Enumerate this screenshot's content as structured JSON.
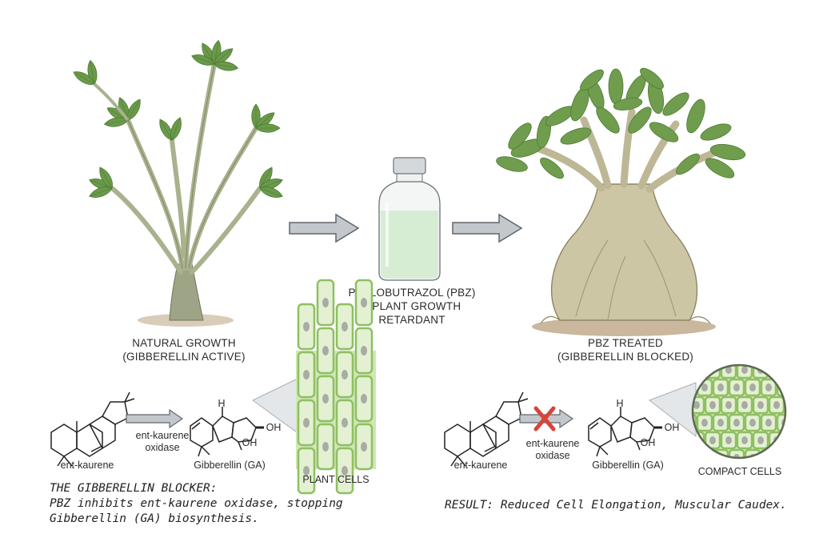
{
  "left": {
    "title_line1": "NATURAL GROWTH",
    "title_line2": "(GIBBERELLIN ACTIVE)",
    "pathway": {
      "substrate": "ent-kaurene",
      "enzyme_line1": "ent-kaurene",
      "enzyme_line2": "oxidase",
      "product": "Gibberellin (GA)",
      "oh_top": "OH",
      "oh_bottom": "OH",
      "h_label": "H"
    },
    "cells_label": "PLANT CELLS",
    "note_line1": "THE GIBBERELLIN BLOCKER:",
    "note_line2": "PBZ inhibits ent-kaurene oxidase, stopping",
    "note_line3": "Gibberellin (GA) biosynthesis."
  },
  "center": {
    "label_line1": "PACLOBUTRAZOL (PBZ)",
    "label_line2": "– PLANT GROWTH",
    "label_line3": "RETARDANT"
  },
  "right": {
    "title_line1": "PBZ TREATED",
    "title_line2": "(GIBBERELLIN BLOCKED)",
    "pathway": {
      "substrate": "ent-kaurene",
      "enzyme_line1": "ent-kaurene",
      "enzyme_line2": "oxidase",
      "product": "Gibberellin (GA)",
      "oh_top": "OH",
      "oh_bottom": "OH",
      "h_label": "H"
    },
    "cells_label": "COMPACT CELLS",
    "result": "RESULT: Reduced Cell Elongation, Muscular Caudex."
  },
  "colors": {
    "leaf": "#6a9a4a",
    "stem": "#a9b28e",
    "caudex": "#cdc6a4",
    "arrow": "#8c949c",
    "cell_green": "#8fbf62",
    "cell_nucleus": "#9a9a9a",
    "bottle_liquid": "#d3ecd0",
    "block_x": "#d9443a"
  }
}
